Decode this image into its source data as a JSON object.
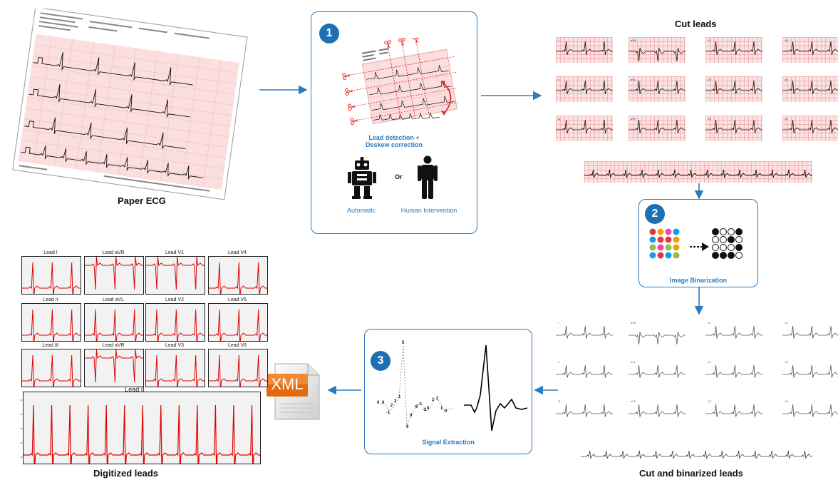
{
  "labels": {
    "paper_ecg": "Paper ECG",
    "cut_leads": "Cut leads",
    "cut_binarized": "Cut and binarized leads",
    "digitized": "Digitized leads"
  },
  "step1": {
    "number": "1",
    "caption_line1": "Lead detection +",
    "caption_line2": "Deskew correction",
    "or": "Or",
    "automatic": "Automatic",
    "human": "Human Intervention"
  },
  "step2": {
    "number": "2",
    "caption": "Image Binarization"
  },
  "step3": {
    "number": "3",
    "caption": "Signal Extraction",
    "sample_numbers": [
      "0",
      "0",
      "-1",
      "2",
      "2",
      "1",
      "5",
      "9",
      "0",
      "-9",
      "-1",
      "-2",
      "0",
      "1",
      "2",
      "1",
      "0"
    ]
  },
  "xml": {
    "text": "XML"
  },
  "digitized_panels": [
    "Lead I",
    "Lead aVR",
    "Lead V1",
    "Lead V4",
    "Lead II",
    "Lead aVL",
    "Lead V2",
    "Lead V5",
    "Lead III",
    "Lead aVR",
    "Lead V3",
    "Lead V6"
  ],
  "long_panel_title": "Lead II",
  "cut_lead_tags": [
    "I",
    "aVR",
    "V1",
    "V4",
    "II",
    "aVL",
    "V2",
    "V5",
    "III",
    "aVF",
    "V3",
    "V6"
  ],
  "colors": {
    "arrow": "#2b7bbf",
    "accent": "#1f6fb4",
    "trace": "#e00000",
    "grid": "#f2b3b3"
  }
}
